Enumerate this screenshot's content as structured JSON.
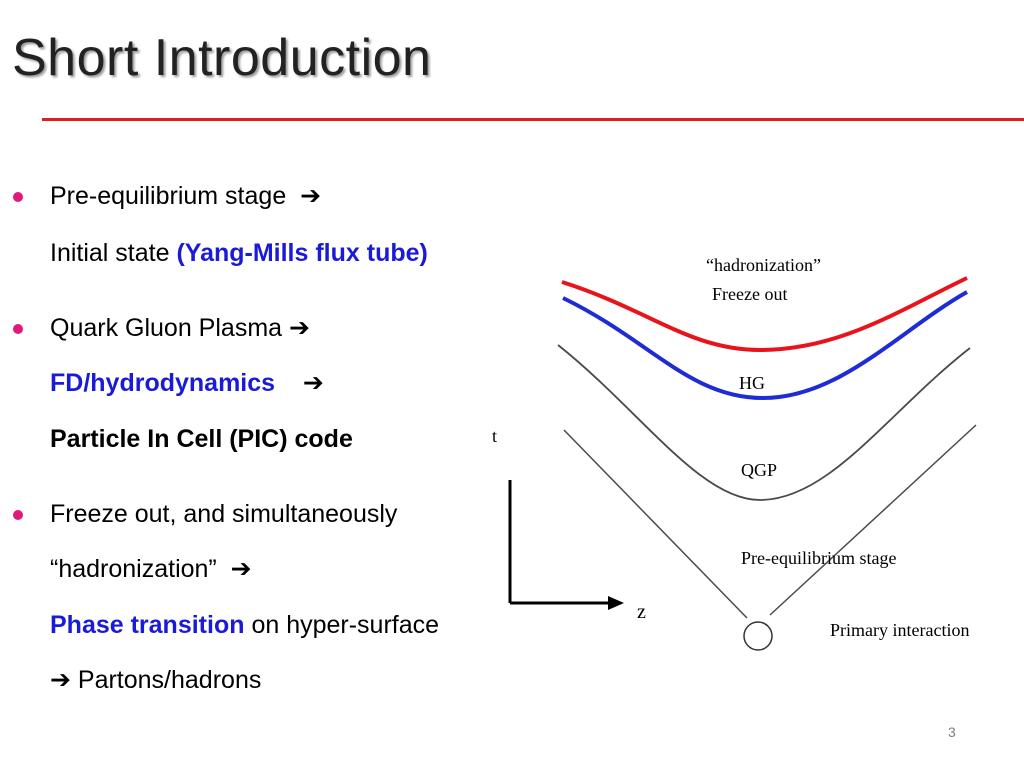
{
  "slide": {
    "title": "Short Introduction",
    "page_number": "3"
  },
  "bullets": {
    "b1": {
      "pre": "Pre-equilibrium stage",
      "arrow": "➔",
      "initial": "Initial state ",
      "flux": "(Yang-Mills flux tube)"
    },
    "b2": {
      "qgp": "Quark Gluon Plasma ",
      "arrow": "➔",
      "fd": "FD/hydrodynamics",
      "pic": "Particle In Cell (PIC) code"
    },
    "b3": {
      "freeze": " Freeze out, and simultaneously",
      "hadronization": "“hadronization”",
      "arrow": "➔",
      "phase": "Phase transition",
      "on_surface": " on hyper-surface",
      "partons": " Partons/hadrons"
    }
  },
  "diagram": {
    "labels": {
      "hadronization": "“hadronization”",
      "freeze_out": "Freeze out",
      "hg": "HG",
      "qgp": "QGP",
      "pre_eq": "Pre-equilibrium stage",
      "primary": "Primary interaction",
      "t_axis": "t",
      "z_axis": "z"
    },
    "colors": {
      "red_curve": "#e8141b",
      "blue_curve": "#1f2cd6",
      "gray_curve": "#4a4a4a"
    }
  }
}
